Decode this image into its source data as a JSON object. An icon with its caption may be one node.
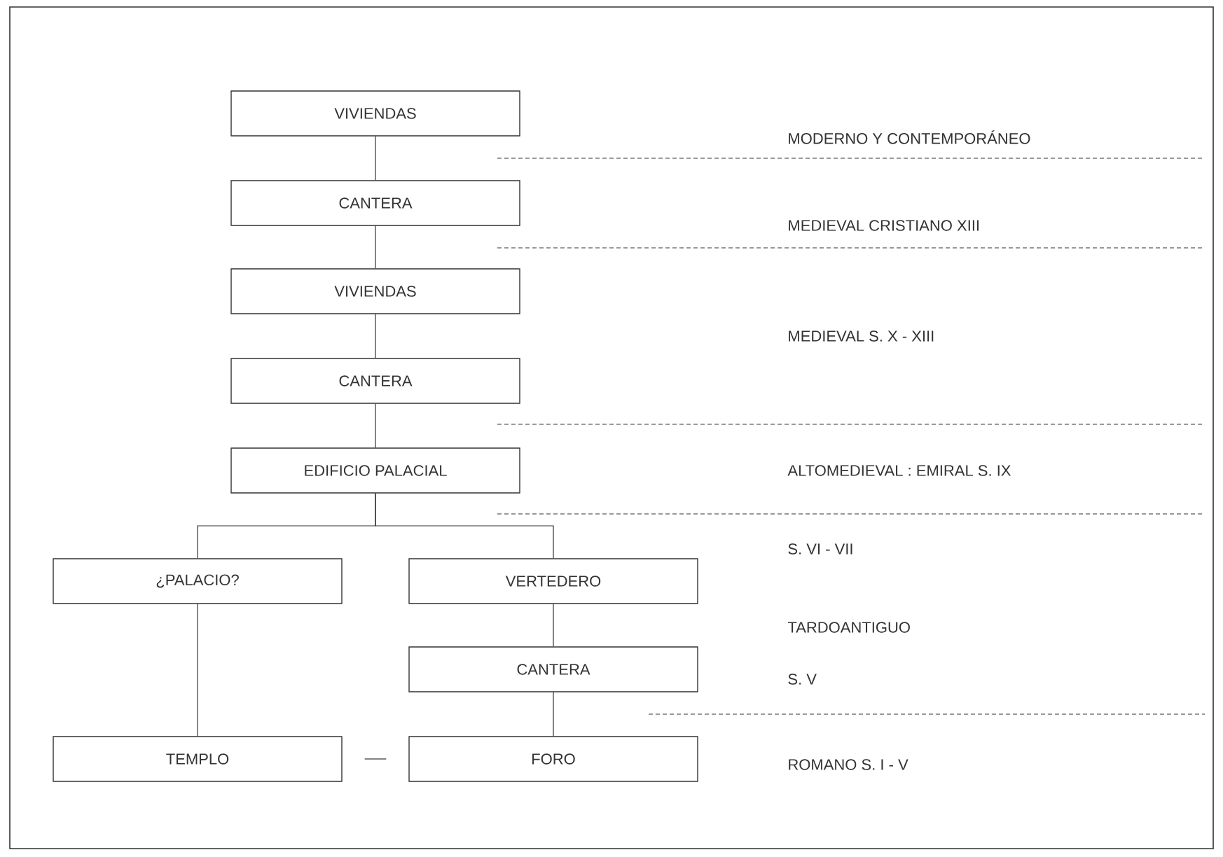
{
  "diagram": {
    "nodes": [
      {
        "text": [
          "VIVIENDAS"
        ]
      },
      {
        "text": [
          "CANTERA"
        ]
      },
      {
        "text": [
          "VIVIENDAS"
        ]
      },
      {
        "text": [
          "CANTERA"
        ]
      },
      {
        "text": [
          "EDIFICIO PALACIAL"
        ]
      },
      {
        "text": [
          "¿PALACIO?"
        ]
      },
      {
        "text": [
          "VERTEDERO"
        ]
      },
      {
        "text": [
          "CANTERA"
        ]
      },
      {
        "text": [
          "TEMPLO"
        ]
      },
      {
        "text": [
          "FORO"
        ]
      }
    ],
    "edges": [
      {
        "from": 0,
        "to": 1,
        "arrow": "none"
      },
      {
        "from": 1,
        "to": 2,
        "arrow": "none"
      },
      {
        "from": 2,
        "to": 3,
        "arrow": "none"
      },
      {
        "from": 3,
        "to": 4,
        "arrow": "none"
      },
      {
        "from": 4,
        "to": 5,
        "arrow": "none"
      },
      {
        "from": 4,
        "to": 6,
        "arrow": "none"
      },
      {
        "from": 6,
        "to": 7,
        "arrow": "none"
      },
      {
        "from": 5,
        "to": 8,
        "arrow": "none"
      },
      {
        "from": 7,
        "to": 9,
        "arrow": "none"
      },
      {
        "from": 8,
        "to": 9,
        "arrow": "none"
      }
    ],
    "labels": [
      "MODERNO Y CONTEMPORÁNEO",
      "MEDIEVAL CRISTIANO XIII",
      "MEDIEVAL S. X - XIII",
      "ALTOMEDIEVAL : EMIRAL S. IX",
      "S. VI - VII",
      "TARDOANTIGUO",
      "S. V",
      "ROMANO S. I - V"
    ]
  }
}
